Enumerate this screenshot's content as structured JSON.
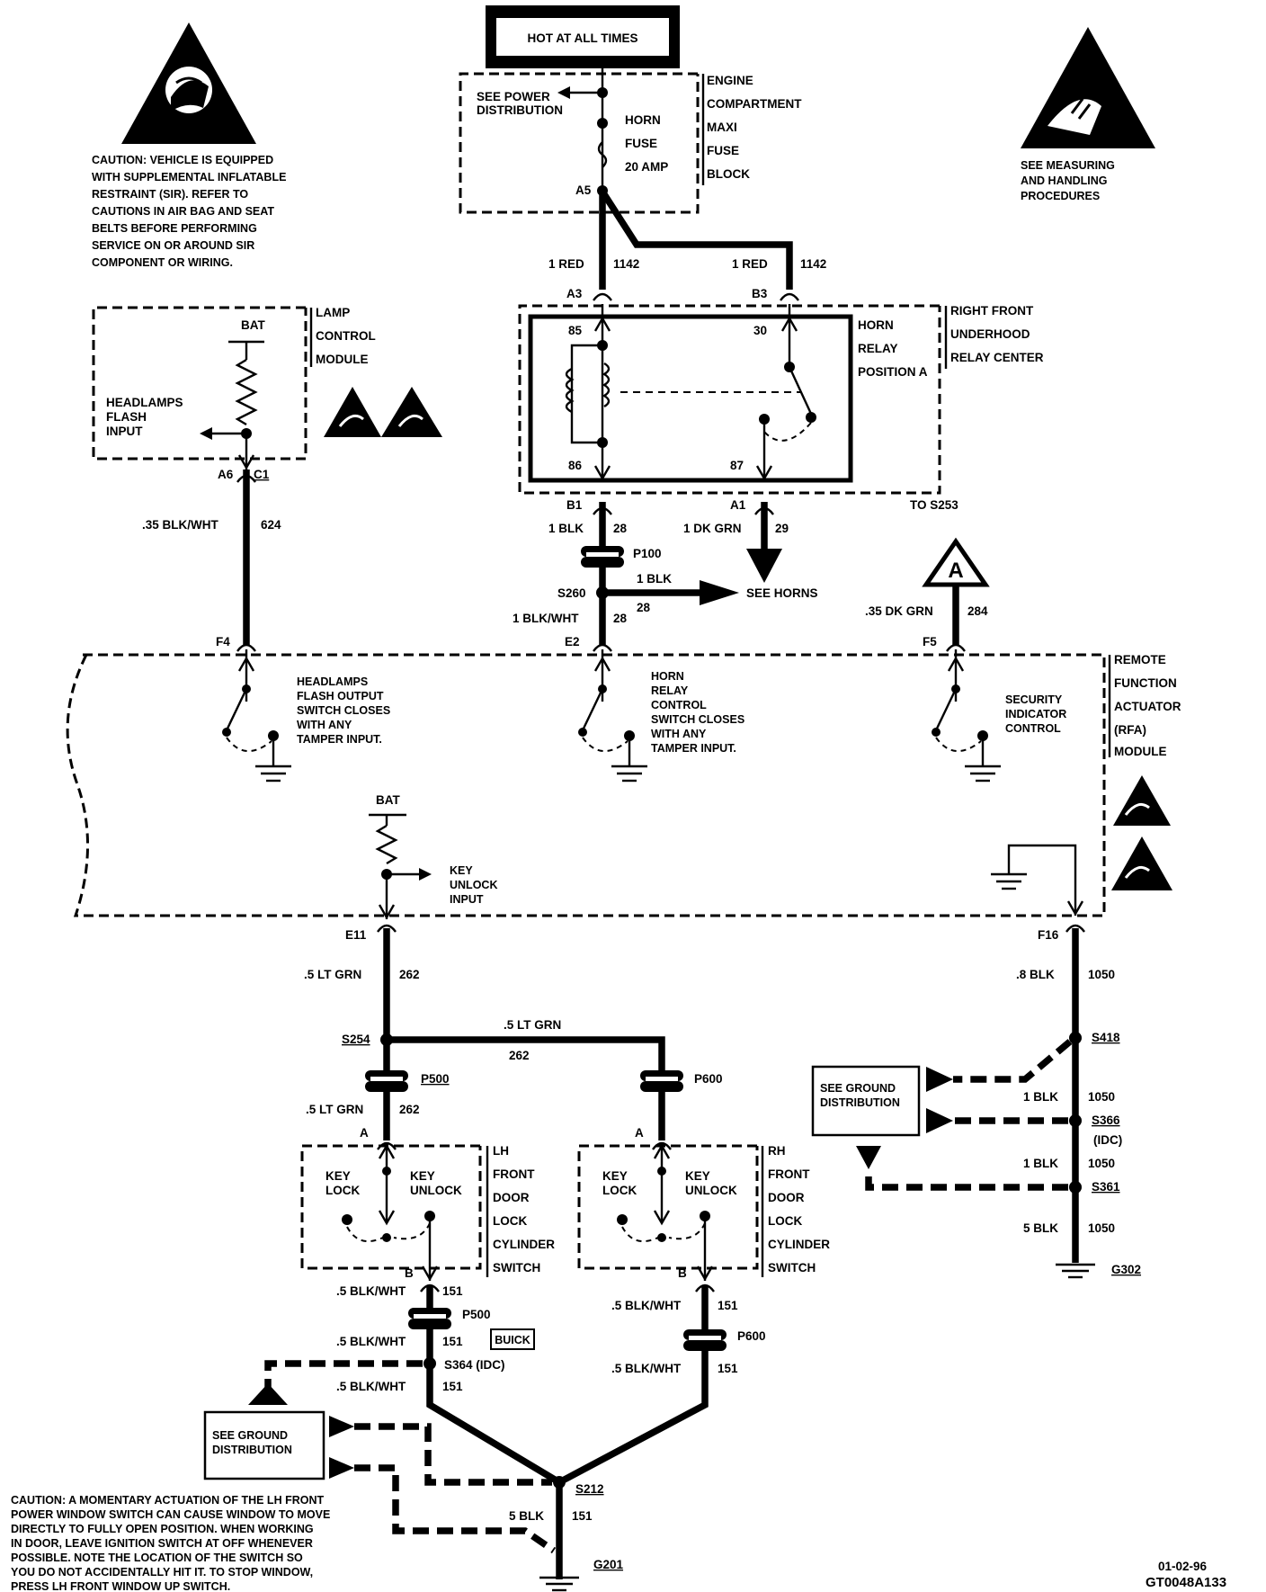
{
  "header": {
    "hot_label": "HOT AT ALL TIMES"
  },
  "cautions": {
    "sir": [
      "CAUTION: VEHICLE IS EQUIPPED",
      "WITH SUPPLEMENTAL INFLATABLE",
      "RESTRAINT (SIR). REFER TO",
      "CAUTIONS IN AIR BAG AND SEAT",
      "BELTS BEFORE PERFORMING",
      "SERVICE ON OR AROUND SIR",
      "COMPONENT OR WIRING."
    ],
    "esd": [
      "SEE MEASURING",
      "AND HANDLING",
      "PROCEDURES"
    ],
    "window": [
      "CAUTION: A MOMENTARY ACTUATION OF THE LH FRONT",
      "POWER WINDOW SWITCH CAN CAUSE WINDOW TO MOVE",
      "DIRECTLY TO FULLY OPEN POSITION. WHEN WORKING",
      "IN DOOR, LEAVE IGNITION SWITCH AT OFF WHENEVER",
      "POSSIBLE. NOTE THE LOCATION OF THE SWITCH SO",
      "YOU DO NOT ACCIDENTALLY HIT IT. TO STOP WINDOW,",
      "PRESS LH FRONT WINDOW UP SWITCH."
    ]
  },
  "fuse_block": {
    "name": [
      "ENGINE",
      "COMPARTMENT",
      "MAXI",
      "FUSE",
      "BLOCK"
    ],
    "see_power": [
      "SEE POWER",
      "DISTRIBUTION"
    ],
    "fuse_label": [
      "HORN",
      "FUSE",
      "20 AMP"
    ],
    "pin": "A5"
  },
  "lamp_module": {
    "name": [
      "LAMP",
      "CONTROL",
      "MODULE"
    ],
    "bat": "BAT",
    "input": [
      "HEADLAMPS",
      "FLASH",
      "INPUT"
    ],
    "pin": "A6",
    "connector": "C1"
  },
  "relay_center": {
    "name": [
      "RIGHT FRONT",
      "UNDERHOOD",
      "RELAY CENTER"
    ],
    "relay": [
      "HORN",
      "RELAY",
      "POSITION A"
    ],
    "terminals": [
      "85",
      "30",
      "86",
      "87"
    ],
    "to_splice": "TO S253"
  },
  "wires": {
    "w_a3": {
      "pin": "A3",
      "gauge_color": "1 RED",
      "circuit": "1142"
    },
    "w_b3": {
      "pin": "B3",
      "gauge_color": "1 RED",
      "circuit": "1142"
    },
    "w_b1": {
      "pin": "B1",
      "gauge_color": "1 BLK",
      "circuit": "28"
    },
    "w_a1": {
      "pin": "A1",
      "gauge_color": "1 DK GRN",
      "circuit": "29"
    },
    "w_624": {
      "gauge_color": ".35 BLK/WHT",
      "circuit": "624"
    },
    "w_28b": {
      "gauge_color": "1 BLK/WHT",
      "circuit": "28"
    },
    "w_284": {
      "gauge_color": ".35 DK GRN",
      "circuit": "284"
    },
    "w_262a": {
      "gauge_color": ".5 LT GRN",
      "circuit": "262"
    },
    "w_262b": {
      "gauge_color": ".5 LT GRN",
      "circuit": "262"
    },
    "w_262c": {
      "gauge_color": ".5 LT GRN",
      "circuit": "262"
    },
    "w_1050a": {
      "gauge_color": ".8 BLK",
      "circuit": "1050"
    },
    "w_1050b": {
      "gauge_color": "1 BLK",
      "circuit": "1050"
    },
    "w_1050c": {
      "gauge_color": "1 BLK",
      "circuit": "1050"
    },
    "w_1050d": {
      "gauge_color": "5 BLK",
      "circuit": "1050"
    },
    "w_151a": {
      "gauge_color": ".5 BLK/WHT",
      "circuit": "151"
    },
    "w_151b": {
      "gauge_color": ".5 BLK/WHT",
      "circuit": "151"
    },
    "w_151c": {
      "gauge_color": ".5 BLK/WHT",
      "circuit": "151"
    },
    "w_151d": {
      "gauge_color": ".5 BLK/WHT",
      "circuit": "151"
    },
    "w_151e": {
      "gauge_color": ".5 BLK/WHT",
      "circuit": "151"
    },
    "w_151f": {
      "gauge_color": "5 BLK",
      "circuit": "151"
    }
  },
  "connectors": {
    "p100": "P100",
    "p500a": "P500",
    "p500b": "P500",
    "p600a": "P600",
    "p600b": "P600"
  },
  "splices": {
    "s260": "S260",
    "s254": "S254",
    "s418": "S418",
    "s366": "S366",
    "idc": "(IDC)",
    "s361": "S361",
    "s364": "S364 (IDC)",
    "s212": "S212"
  },
  "grounds": {
    "g302": "G302",
    "g201": "G201"
  },
  "see_horns": {
    "gauge_color": "1 BLK",
    "circuit": "28",
    "label": "SEE HORNS"
  },
  "ref_a": "A",
  "rfa": {
    "name": [
      "REMOTE",
      "FUNCTION",
      "ACTUATOR",
      "(RFA)",
      "MODULE"
    ],
    "pins": {
      "f4": "F4",
      "e2": "E2",
      "f5": "F5",
      "e11": "E11",
      "f16": "F16"
    },
    "headlamp_switch": [
      "HEADLAMPS",
      "FLASH OUTPUT",
      "SWITCH CLOSES",
      "WITH ANY",
      "TAMPER INPUT."
    ],
    "horn_switch": [
      "HORN",
      "RELAY",
      "CONTROL",
      "SWITCH CLOSES",
      "WITH ANY",
      "TAMPER INPUT."
    ],
    "security": [
      "SECURITY",
      "INDICATOR",
      "CONTROL"
    ],
    "bat": "BAT",
    "key_unlock": [
      "KEY",
      "UNLOCK",
      "INPUT"
    ]
  },
  "lh_switch": {
    "name": [
      "LH",
      "FRONT",
      "DOOR",
      "LOCK",
      "CYLINDER",
      "SWITCH"
    ],
    "lock": [
      "KEY",
      "LOCK"
    ],
    "unlock": [
      "KEY",
      "UNLOCK"
    ],
    "pin_a": "A",
    "pin_b": "B"
  },
  "rh_switch": {
    "name": [
      "RH",
      "FRONT",
      "DOOR",
      "LOCK",
      "CYLINDER",
      "SWITCH"
    ],
    "lock": [
      "KEY",
      "LOCK"
    ],
    "unlock": [
      "KEY",
      "UNLOCK"
    ],
    "pin_a": "A",
    "pin_b": "B"
  },
  "see_ground_1": [
    "SEE GROUND",
    "DISTRIBUTION"
  ],
  "see_ground_2": [
    "SEE GROUND",
    "DISTRIBUTION"
  ],
  "buick": "BUICK",
  "footer": {
    "date": "01-02-96",
    "code": "GT0048A133"
  }
}
